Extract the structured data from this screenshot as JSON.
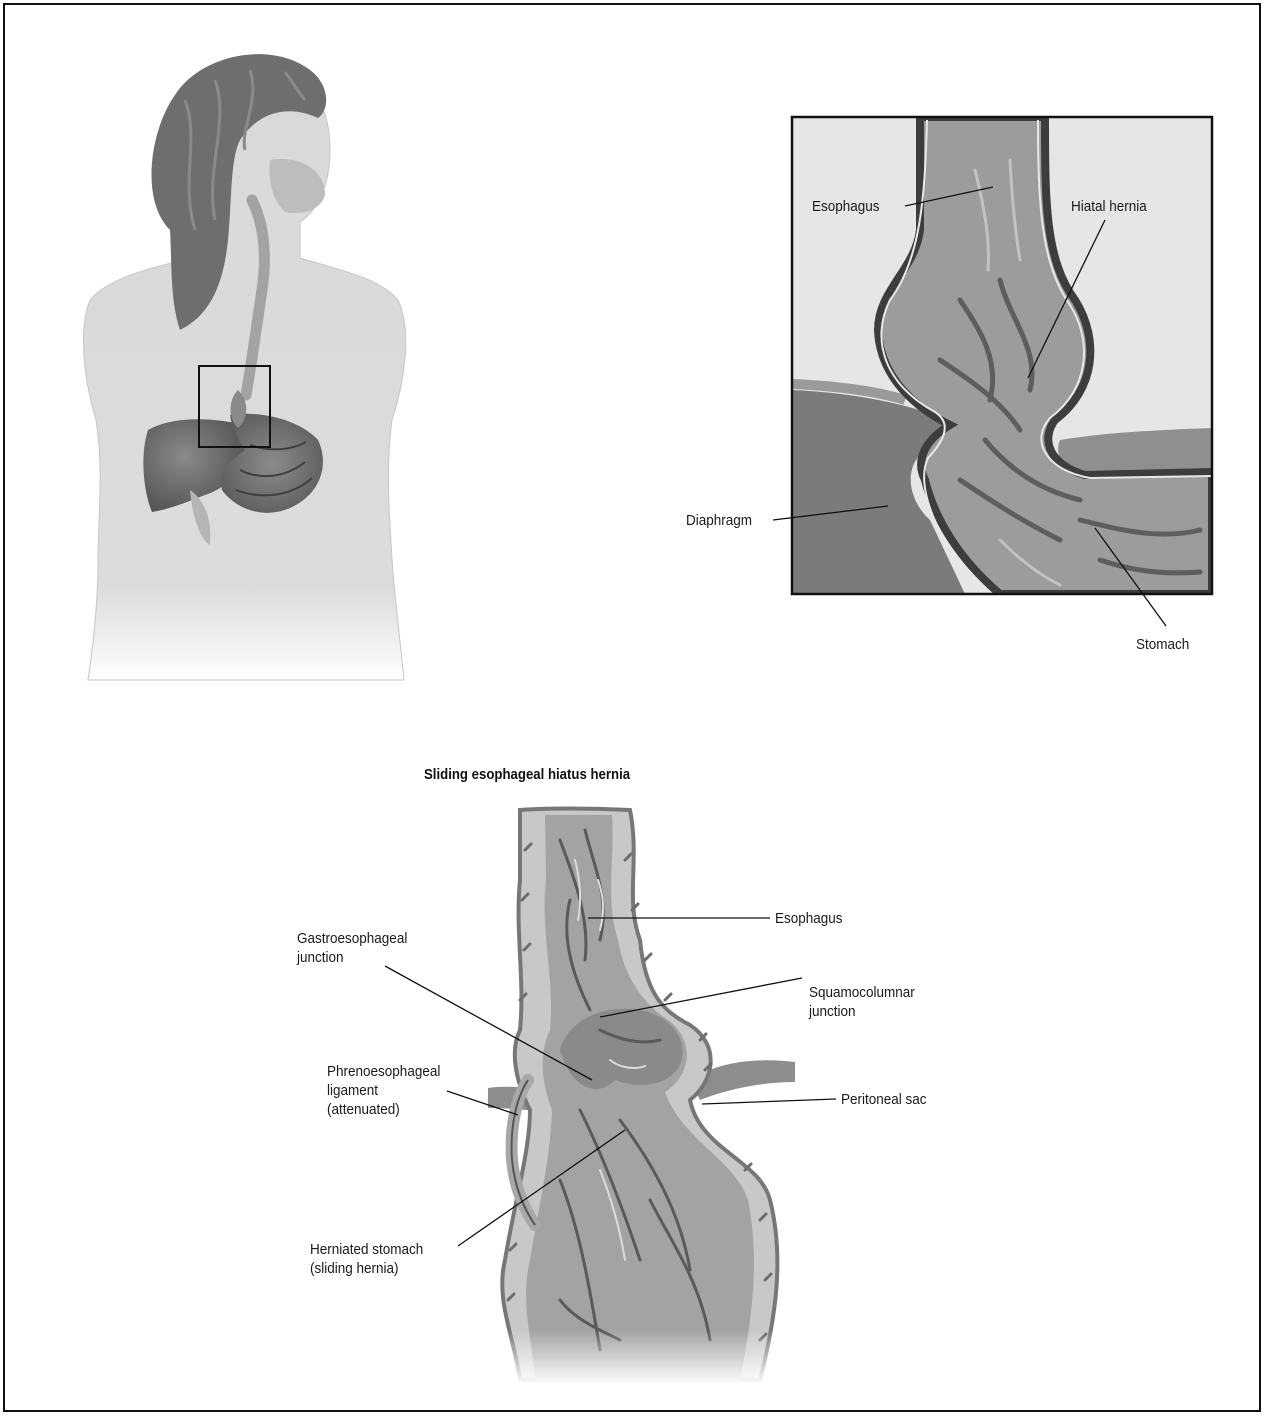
{
  "inset_labels": {
    "esophagus": "Esophagus",
    "hiatal_hernia": "Hiatal hernia",
    "diaphragm": "Diaphragm",
    "stomach": "Stomach"
  },
  "lower_title": "Sliding esophageal hiatus hernia",
  "lower_labels": {
    "esophagus": "Esophagus",
    "gastroesophageal_junction": "Gastroesophageal\njunction",
    "squamocolumnar_junction": "Squamocolumnar\njunction",
    "phrenoesophageal_ligament": "Phrenoesophageal\nligament\n(attenuated)",
    "peritoneal_sac": "Peritoneal sac",
    "herniated_stomach": "Herniated stomach\n(sliding hernia)"
  },
  "colors": {
    "border": "#111111",
    "body_fill": "#d6d6d6",
    "hair": "#6e6e6e",
    "organ_dark": "#6a6a6a",
    "organ_mid": "#8e8e8e",
    "tissue_light": "#a9a9a9"
  }
}
